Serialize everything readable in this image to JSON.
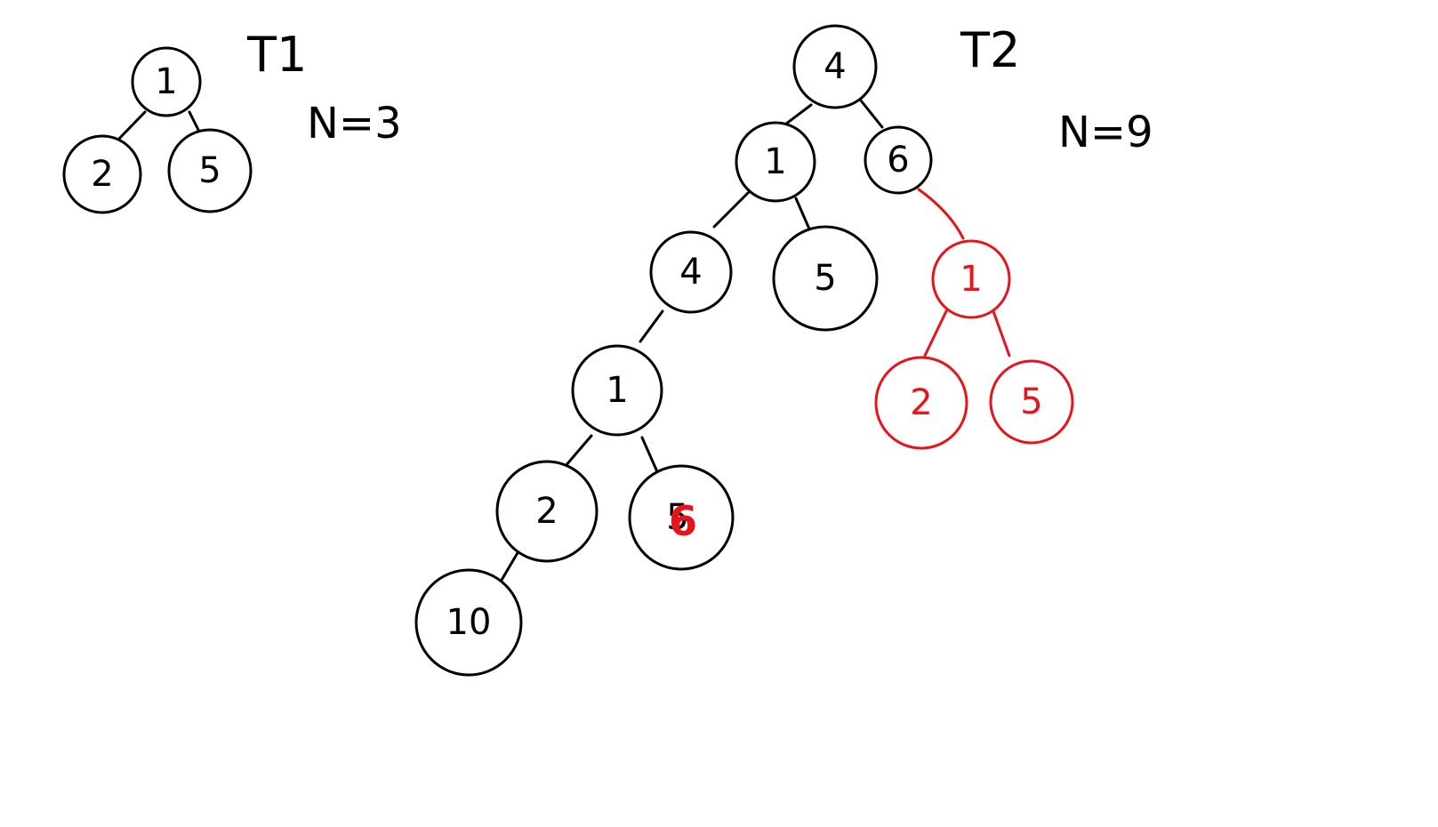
{
  "colors": {
    "ink": "#000000",
    "highlight": "#e8141c",
    "background": "#ffffff"
  },
  "trees": [
    {
      "title": "T1",
      "count_label": "N=3",
      "nodes": [
        {
          "id": "t1-root",
          "label": "1"
        },
        {
          "id": "t1-left",
          "label": "2"
        },
        {
          "id": "t1-right",
          "label": "5"
        }
      ]
    },
    {
      "title": "T2",
      "count_label": "N=9",
      "nodes": [
        {
          "id": "t2-root",
          "label": "4"
        },
        {
          "id": "t2-a",
          "label": "1"
        },
        {
          "id": "t2-b",
          "label": "6"
        },
        {
          "id": "t2-c",
          "label": "4"
        },
        {
          "id": "t2-d",
          "label": "5"
        },
        {
          "id": "t2-e",
          "label": "1"
        },
        {
          "id": "t2-f",
          "label": "2"
        },
        {
          "id": "t2-g",
          "label": "5",
          "overwrite": "6"
        },
        {
          "id": "t2-h",
          "label": "10"
        },
        {
          "id": "t2-r1",
          "label": "1",
          "highlight": true
        },
        {
          "id": "t2-r2",
          "label": "2",
          "highlight": true
        },
        {
          "id": "t2-r3",
          "label": "5",
          "highlight": true
        }
      ]
    }
  ]
}
